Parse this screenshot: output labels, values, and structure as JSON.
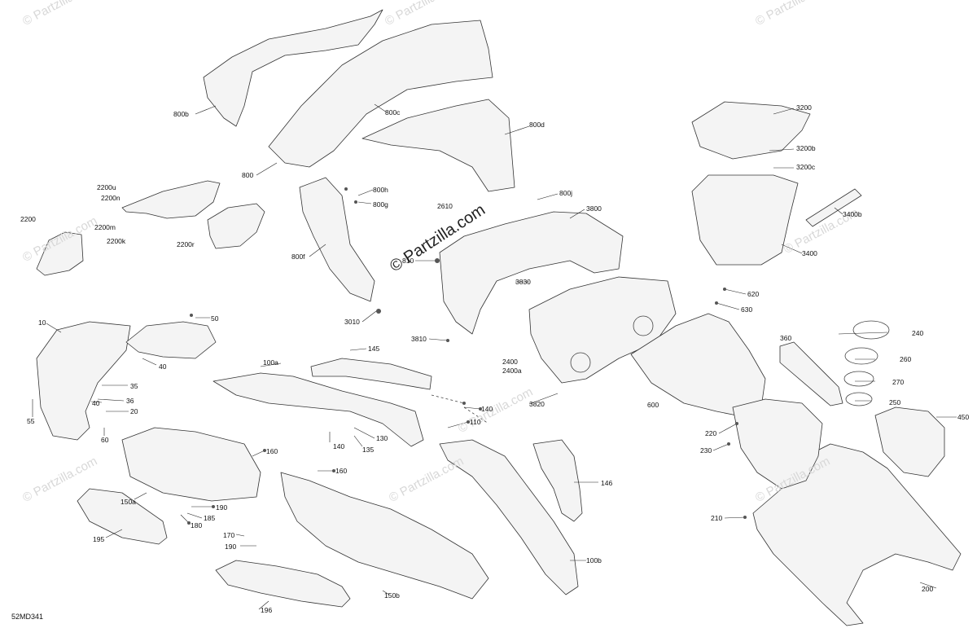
{
  "diagram_code": "52MD341",
  "watermark": "© Partzilla.com",
  "watermark_faint": "© Partzilla.com",
  "parts": [
    {
      "id": "800b",
      "label": "800b"
    },
    {
      "id": "800c",
      "label": "800c"
    },
    {
      "id": "800d",
      "label": "800d"
    },
    {
      "id": "800",
      "label": "800"
    },
    {
      "id": "800h",
      "label": "800h"
    },
    {
      "id": "800g",
      "label": "800g"
    },
    {
      "id": "800j",
      "label": "800j"
    },
    {
      "id": "800f",
      "label": "800f"
    },
    {
      "id": "3010",
      "label": "3010"
    },
    {
      "id": "2200u",
      "label": "2200u"
    },
    {
      "id": "2200n",
      "label": "2200n"
    },
    {
      "id": "2200",
      "label": "2200"
    },
    {
      "id": "2200m",
      "label": "2200m"
    },
    {
      "id": "2200k",
      "label": "2200k"
    },
    {
      "id": "2200r",
      "label": "2200r"
    },
    {
      "id": "2610",
      "label": "2610"
    },
    {
      "id": "810",
      "label": "810"
    },
    {
      "id": "3800",
      "label": "3800"
    },
    {
      "id": "3830",
      "label": "3830"
    },
    {
      "id": "3810",
      "label": "3810"
    },
    {
      "id": "3820",
      "label": "3820"
    },
    {
      "id": "2400",
      "label": "2400"
    },
    {
      "id": "2400a",
      "label": "2400a"
    },
    {
      "id": "3200",
      "label": "3200"
    },
    {
      "id": "3200b",
      "label": "3200b"
    },
    {
      "id": "3200c",
      "label": "3200c"
    },
    {
      "id": "3400b",
      "label": "3400b"
    },
    {
      "id": "3400",
      "label": "3400"
    },
    {
      "id": "620",
      "label": "620"
    },
    {
      "id": "630",
      "label": "630"
    },
    {
      "id": "600",
      "label": "600"
    },
    {
      "id": "360",
      "label": "360"
    },
    {
      "id": "240",
      "label": "240"
    },
    {
      "id": "260",
      "label": "260"
    },
    {
      "id": "270",
      "label": "270"
    },
    {
      "id": "250",
      "label": "250"
    },
    {
      "id": "450",
      "label": "450"
    },
    {
      "id": "220",
      "label": "220"
    },
    {
      "id": "230",
      "label": "230"
    },
    {
      "id": "210",
      "label": "210"
    },
    {
      "id": "200",
      "label": "200"
    },
    {
      "id": "10",
      "label": "10"
    },
    {
      "id": "50",
      "label": "50"
    },
    {
      "id": "40a",
      "label": "40"
    },
    {
      "id": "35",
      "label": "35"
    },
    {
      "id": "36",
      "label": "36"
    },
    {
      "id": "40b",
      "label": "40"
    },
    {
      "id": "20",
      "label": "20"
    },
    {
      "id": "55",
      "label": "55"
    },
    {
      "id": "60",
      "label": "60"
    },
    {
      "id": "145",
      "label": "145"
    },
    {
      "id": "100a",
      "label": "100a"
    },
    {
      "id": "140a",
      "label": "140"
    },
    {
      "id": "110",
      "label": "110"
    },
    {
      "id": "130",
      "label": "130"
    },
    {
      "id": "140b",
      "label": "140"
    },
    {
      "id": "135",
      "label": "135"
    },
    {
      "id": "160a",
      "label": "160"
    },
    {
      "id": "160b",
      "label": "160"
    },
    {
      "id": "150a",
      "label": "150a"
    },
    {
      "id": "190a",
      "label": "190"
    },
    {
      "id": "185",
      "label": "185"
    },
    {
      "id": "180",
      "label": "180"
    },
    {
      "id": "195",
      "label": "195"
    },
    {
      "id": "170",
      "label": "170"
    },
    {
      "id": "190b",
      "label": "190"
    },
    {
      "id": "146",
      "label": "146"
    },
    {
      "id": "100b",
      "label": "100b"
    },
    {
      "id": "150b",
      "label": "150b"
    },
    {
      "id": "196",
      "label": "196"
    }
  ]
}
